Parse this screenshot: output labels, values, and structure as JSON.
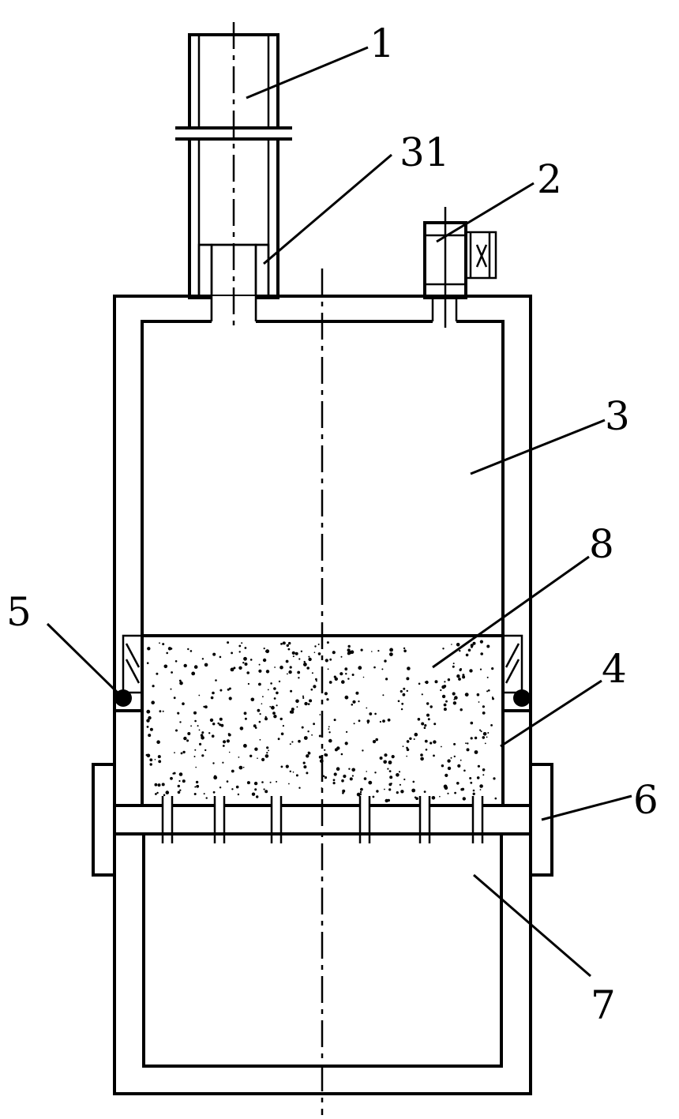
{
  "labels": {
    "l1": "1",
    "l31": "31",
    "l2": "2",
    "l3": "3",
    "l8": "8",
    "l5": "5",
    "l4": "4",
    "l6": "6",
    "l7": "7"
  },
  "colors": {
    "stroke": "#000000",
    "background": "#ffffff"
  }
}
